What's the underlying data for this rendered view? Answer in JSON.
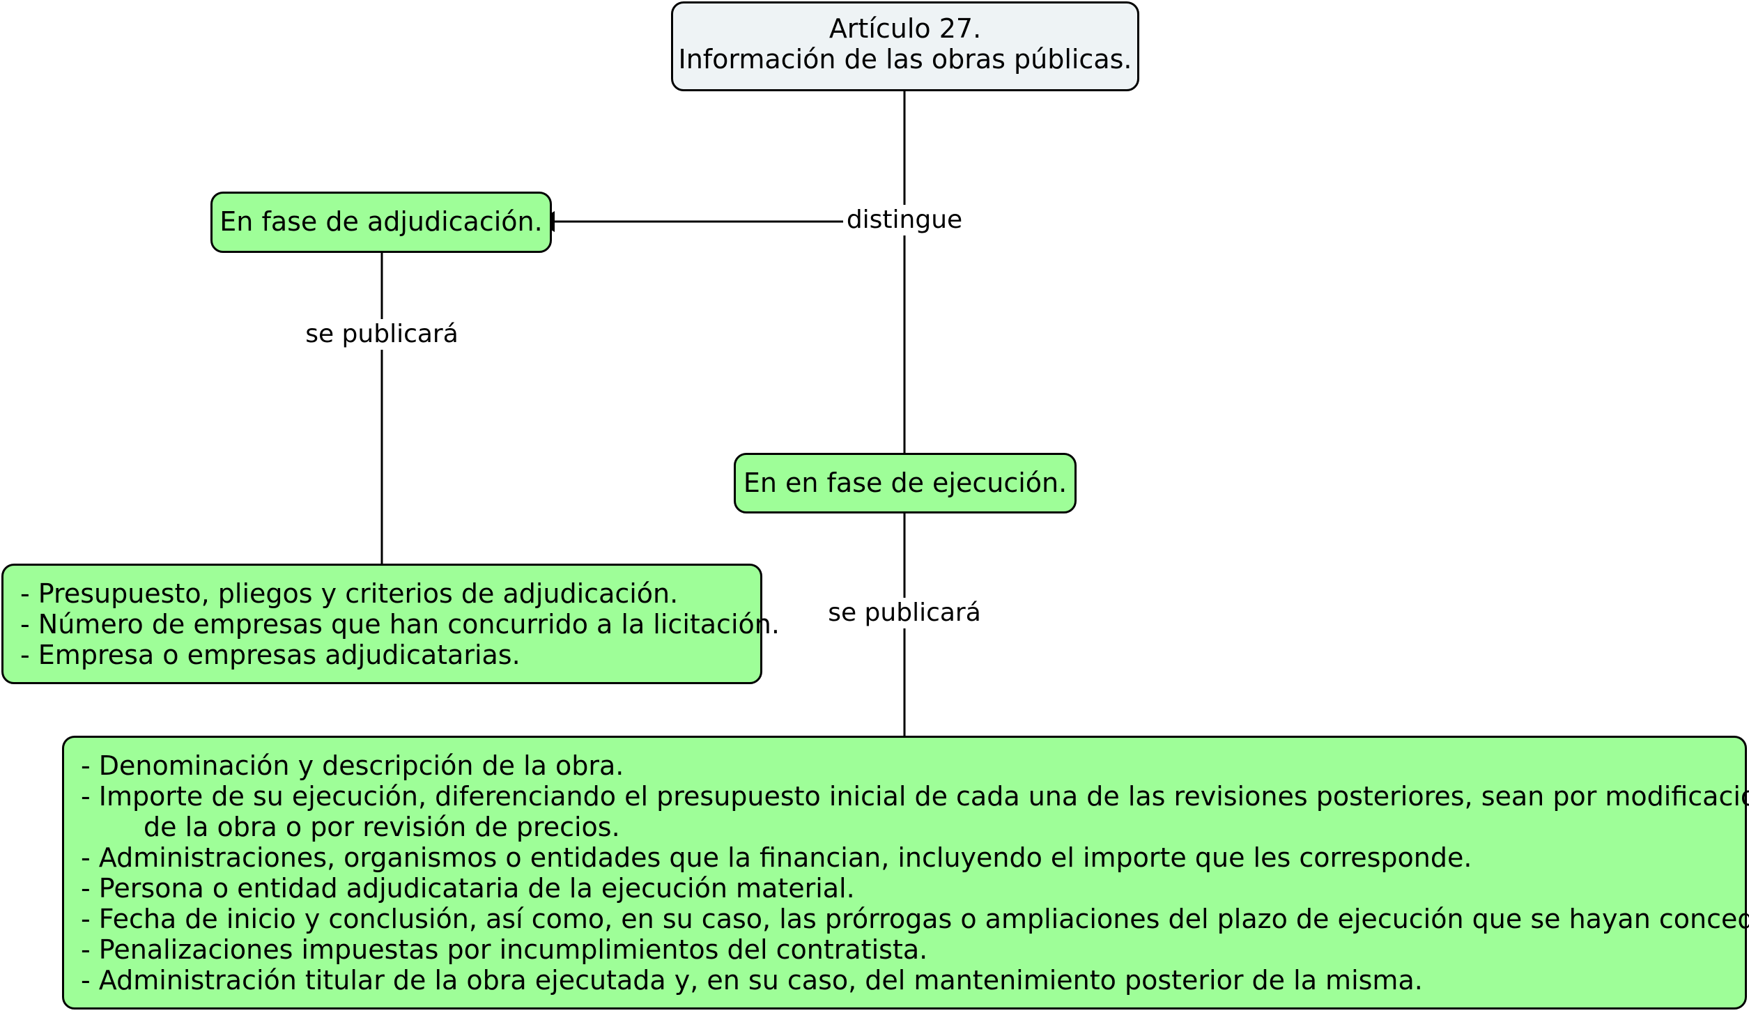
{
  "nodes": {
    "root": {
      "line1": "Artículo 27.",
      "line2": "Información de las obras públicas."
    },
    "adjudicacion": {
      "text": "En fase de adjudicación."
    },
    "ejecucion": {
      "text": "En en fase de ejecución."
    },
    "adjudicacion_items": [
      "- Presupuesto, pliegos y criterios de adjudicación.",
      "- Número de empresas que han concurrido a la licitación.",
      "- Empresa o empresas adjudicatarias."
    ],
    "ejecucion_items": [
      "- Denominación y descripción de la obra.",
      "- Importe de su ejecución, diferenciando el presupuesto inicial de cada una de las revisiones posteriores, sean por modificaciones",
      "de la obra o por revisión de precios.",
      "- Administraciones, organismos o entidades que la financian, incluyendo el importe que les corresponde.",
      "- Persona o entidad adjudicataria de la ejecución material.",
      "- Fecha de inicio y conclusión, así como, en su caso, las prórrogas o ampliaciones del plazo de ejecución que se hayan concedido.",
      "- Penalizaciones impuestas por incumplimientos del contratista.",
      "- Administración titular de la obra ejecutada y, en su caso, del mantenimiento posterior de la misma."
    ]
  },
  "links": {
    "distingue": "distingue",
    "se_publicara_1": "se publicará",
    "se_publicara_2": "se publicará"
  }
}
